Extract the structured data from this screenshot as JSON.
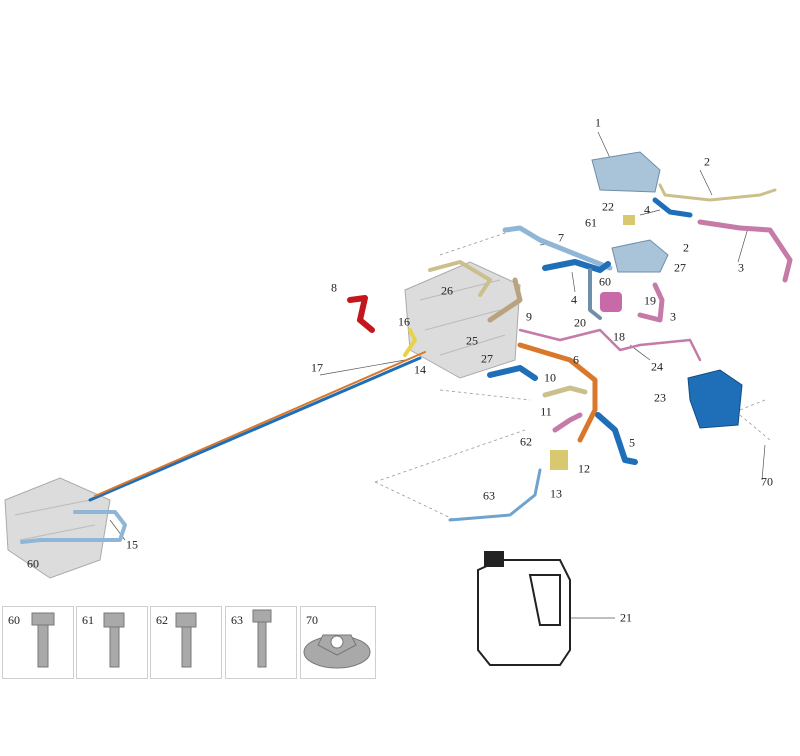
{
  "callouts": [
    "1",
    "2",
    "4",
    "22",
    "61",
    "2",
    "27",
    "3",
    "7",
    "26",
    "4",
    "60",
    "19",
    "8",
    "16",
    "9",
    "20",
    "3",
    "18",
    "25",
    "27",
    "6",
    "17",
    "14",
    "24",
    "10",
    "23",
    "11",
    "5",
    "62",
    "12",
    "13",
    "63",
    "70",
    "15",
    "60",
    "21"
  ],
  "fastener_boxes": [
    {
      "label": "60",
      "icon": "bolt-long"
    },
    {
      "label": "61",
      "icon": "bolt-flange"
    },
    {
      "label": "62",
      "icon": "bolt-flange"
    },
    {
      "label": "63",
      "icon": "bolt-long"
    },
    {
      "label": "70",
      "icon": "flange-nut"
    }
  ],
  "colors": {
    "blue": "#1f6fb8",
    "light_blue": "#8fb6d6",
    "orange": "#d9782a",
    "pink": "#c57aa8",
    "beige": "#cbbf8c",
    "red": "#c4161c",
    "yellow": "#e8d24a",
    "engine": "#d8d8d8"
  }
}
